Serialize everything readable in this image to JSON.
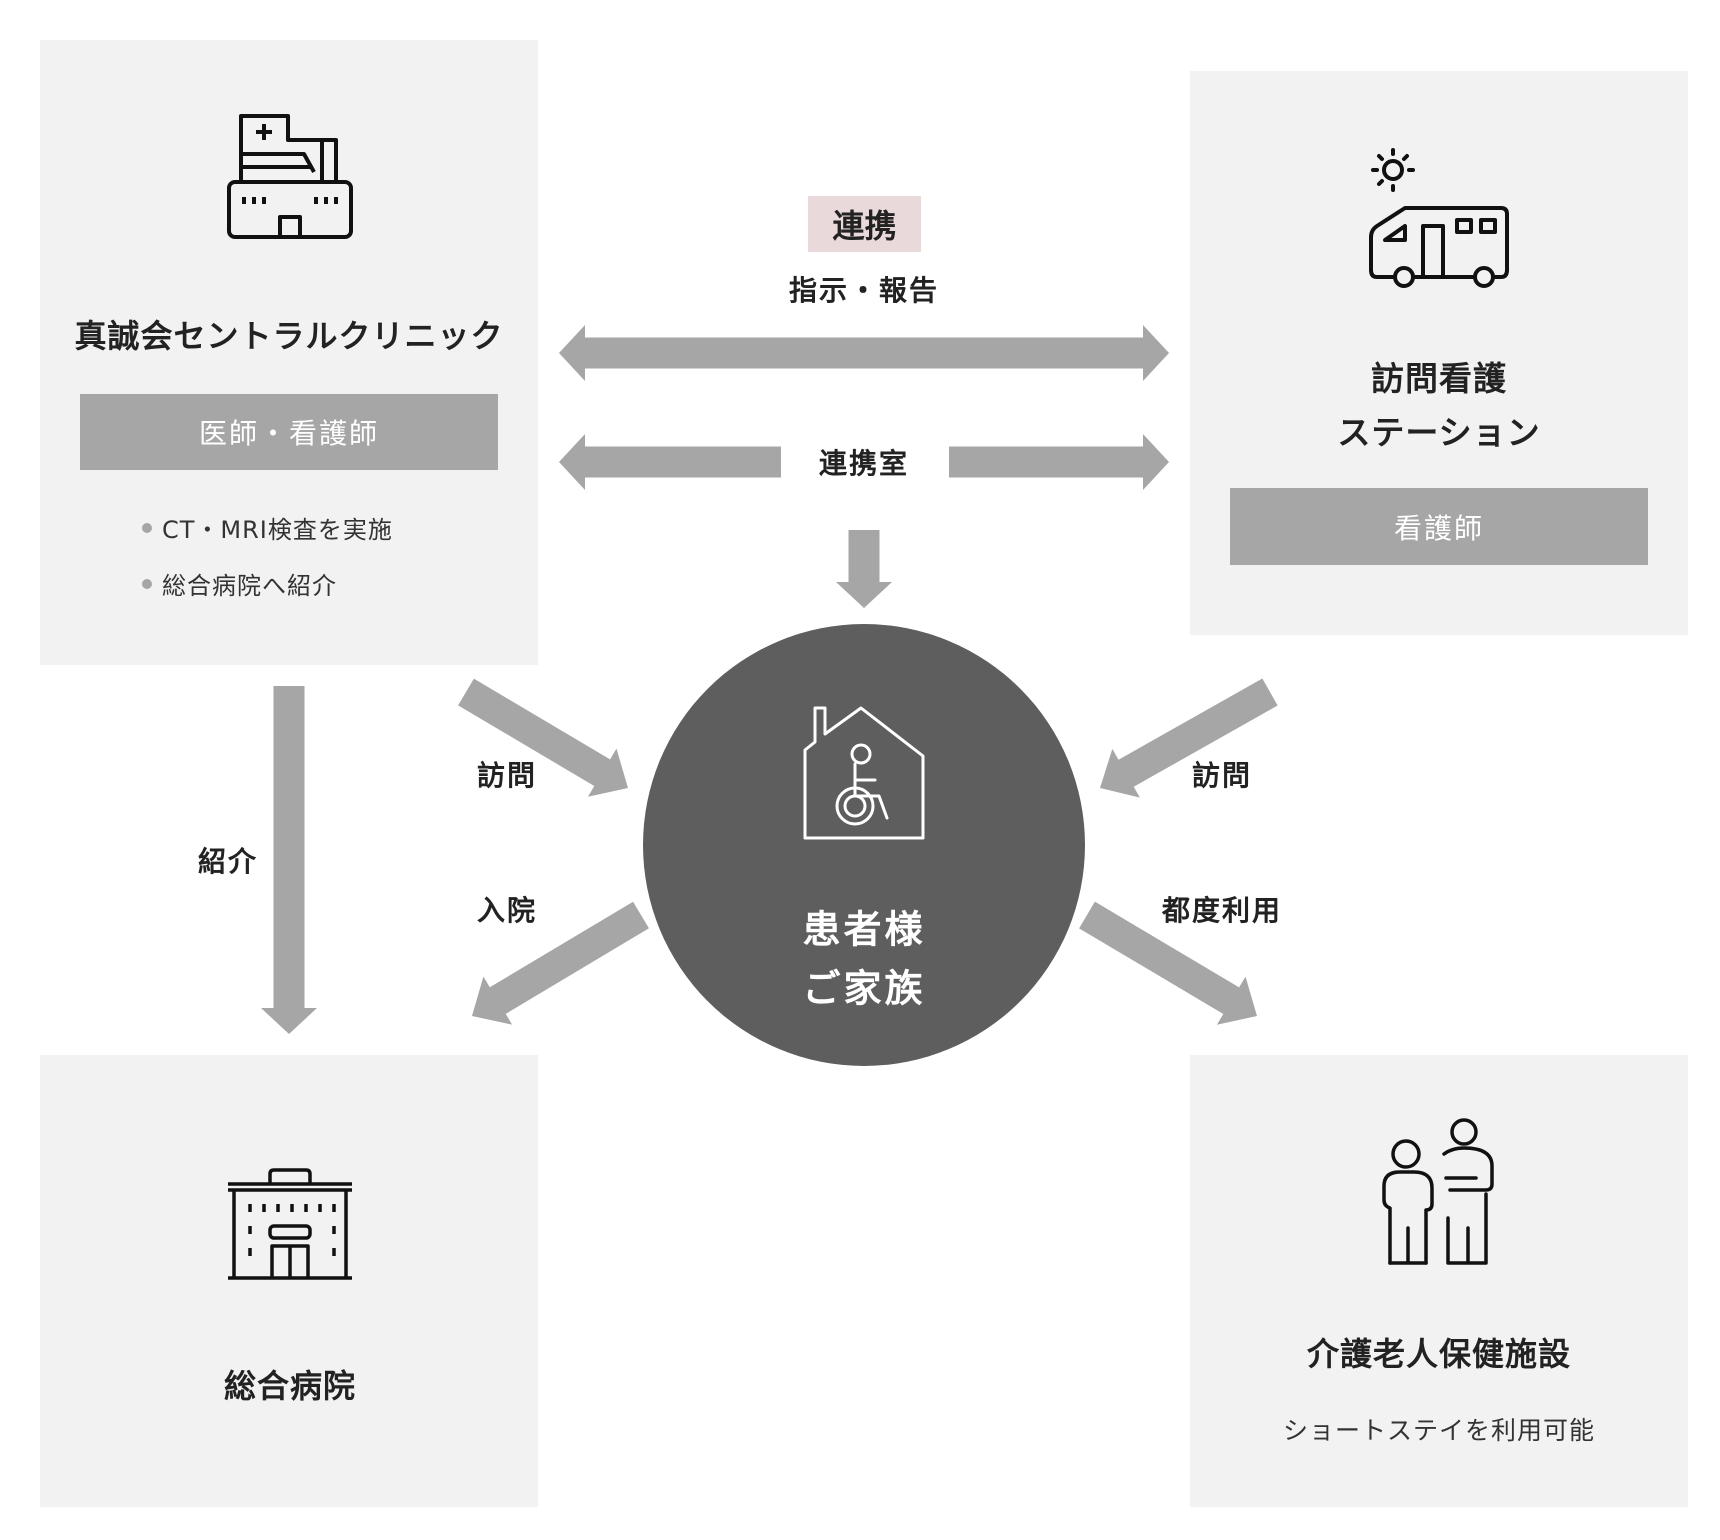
{
  "clinic": {
    "title": "真誠会セントラルクリニック",
    "role": "医師・看護師",
    "bullets": [
      "CT・MRI検査を実施",
      "総合病院へ紹介"
    ]
  },
  "nursing_station": {
    "title_line1": "訪問看護",
    "title_line2": "ステーション",
    "role": "看護師"
  },
  "general_hospital": {
    "title": "総合病院"
  },
  "care_facility": {
    "title": "介護老人保健施設",
    "note": "ショートステイを利用可能"
  },
  "center": {
    "line1": "患者様",
    "line2": "ご家族"
  },
  "links": {
    "cooperation_badge": "連携",
    "instruction_report": "指示・報告",
    "cooperation_room": "連携室",
    "referral": "紹介",
    "visit_left": "訪問",
    "admission": "入院",
    "visit_right": "訪問",
    "as_needed_use": "都度利用"
  },
  "colors": {
    "box": "#f2f2f2",
    "arrow": "#a6a6a6",
    "circle": "#5e5e5e",
    "badge": "#ead9da"
  }
}
